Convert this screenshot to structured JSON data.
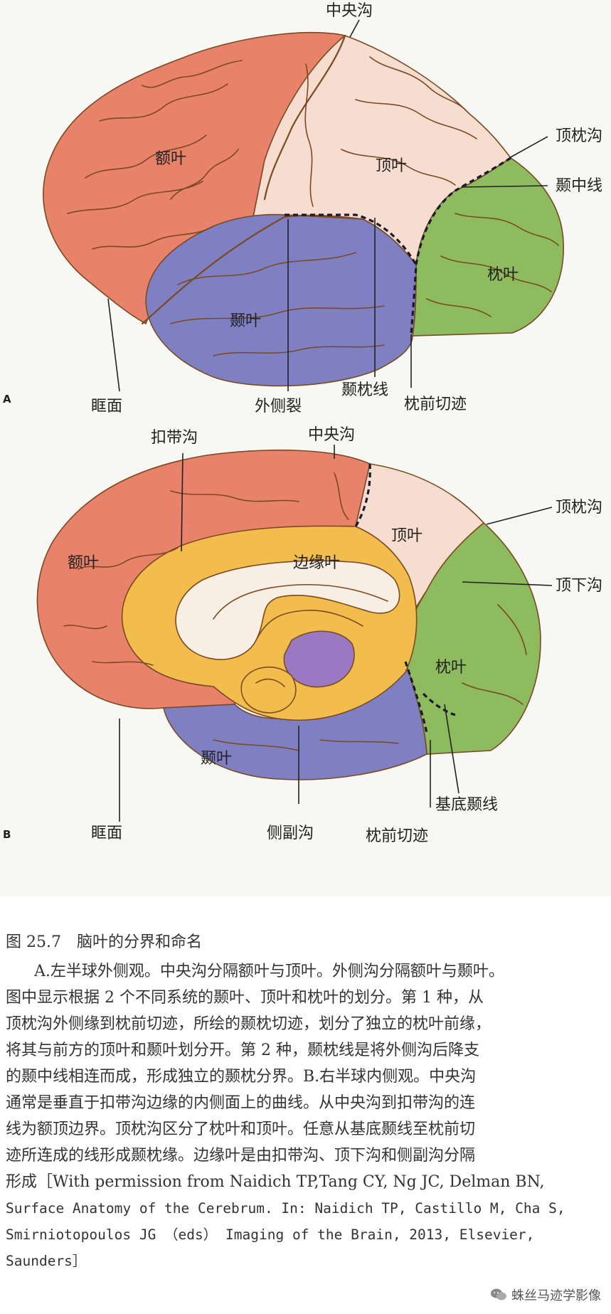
{
  "figure": {
    "panel_a": {
      "letter": "A",
      "lobes": {
        "frontal": "额叶",
        "parietal": "顶叶",
        "temporal": "颞叶",
        "occipital": "枕叶"
      },
      "labels": {
        "central_sulcus": "中央沟",
        "parieto_occipital_sulcus": "顶枕沟",
        "temporal_midline": "颞中线",
        "orbital_surface": "眶面",
        "lateral_fissure": "外侧裂",
        "temporo_occipital_line": "颞枕线",
        "preoccipital_notch": "枕前切迹"
      }
    },
    "panel_b": {
      "letter": "B",
      "lobes": {
        "frontal": "额叶",
        "parietal": "顶叶",
        "limbic": "边缘叶",
        "occipital": "枕叶",
        "temporal": "颞叶"
      },
      "labels": {
        "cingulate_sulcus": "扣带沟",
        "central_sulcus": "中央沟",
        "parieto_occipital_sulcus": "顶枕沟",
        "subparietal_sulcus": "顶下沟",
        "basal_temporal_line": "基底颞线",
        "orbital_surface": "眶面",
        "collateral_sulcus": "侧副沟",
        "preoccipital_notch": "枕前切迹"
      }
    },
    "colors": {
      "frontal": "#e8826a",
      "parietal": "#f6ddd0",
      "temporal": "#7f7fc4",
      "occipital": "#8dbb5e",
      "limbic": "#f2bd4c",
      "corpus_callosum": "#f8eee4",
      "thalamus": "#9a79c2",
      "sulcus_line": "#7a4a22"
    }
  },
  "caption": {
    "title": "图 25.7　脑叶的分界和命名",
    "lines": [
      "A.左半球外侧观。中央沟分隔额叶与顶叶。外侧沟分隔额叶与颞叶。",
      "图中显示根据 2 个不同系统的颞叶、顶叶和枕叶的划分。第 1 种，从",
      "顶枕沟外侧缘到枕前切迹，所绘的颞枕切迹，划分了独立的枕叶前缘，",
      "将其与前方的顶叶和颞叶划分开。第 2 种，颞枕线是将外侧沟后降支",
      "的颞中线相连而成，形成独立的颞枕分界。B.右半球内侧观。中央沟",
      "通常是垂直于扣带沟边缘的内侧面上的曲线。从中央沟到扣带沟的连",
      "线为额顶边界。顶枕沟区分了枕叶和顶叶。任意从基底颞线至枕前切",
      "迹所连成的线形成颞枕缘。边缘叶是由扣带沟、顶下沟和侧副沟分隔",
      "形成［With permission from Naidich TP,Tang CY, Ng JC, Delman BN,",
      "Surface Anatomy of the Cerebrum. In: Naidich TP, Castillo M, Cha S,",
      "Smirniotopoulos JG （eds） Imaging of the Brain, 2013, Elsevier,",
      "Saunders］"
    ]
  },
  "watermark": {
    "text": "蛛丝马迹学影像",
    "icon": "wechat-icon"
  }
}
